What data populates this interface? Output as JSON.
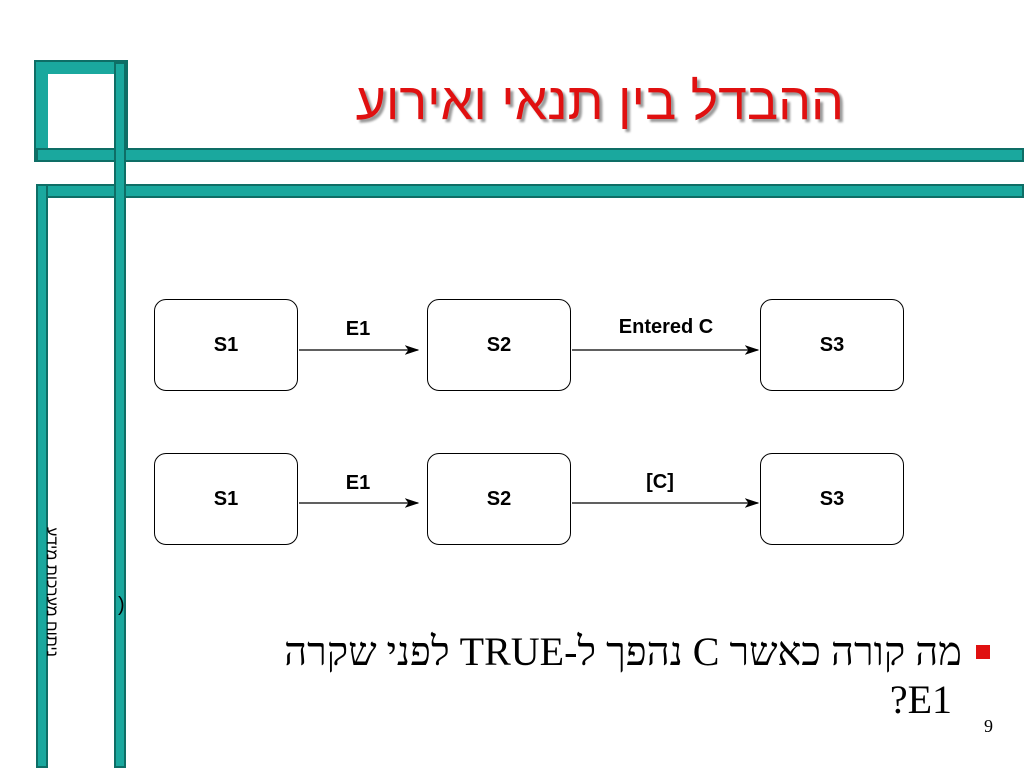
{
  "slide": {
    "title": "ההבדל בין תנאי ואירוע",
    "side_label": "ניתוח מערכות מידע",
    "side_paren": ")",
    "bullet_line1": "מה קורה כאשר C נהפך ל-TRUE לפני שקרה",
    "bullet_line2": "?E1",
    "page_number": "9"
  },
  "diagram": {
    "row1": {
      "states": [
        "S1",
        "S2",
        "S3"
      ],
      "transitions": [
        "E1",
        "Entered C"
      ]
    },
    "row2": {
      "states": [
        "S1",
        "S2",
        "S3"
      ],
      "transitions": [
        "E1",
        "[C]"
      ]
    }
  },
  "colors": {
    "frame": "#1aa89e",
    "title": "#e01010",
    "bullet": "#e01010"
  }
}
